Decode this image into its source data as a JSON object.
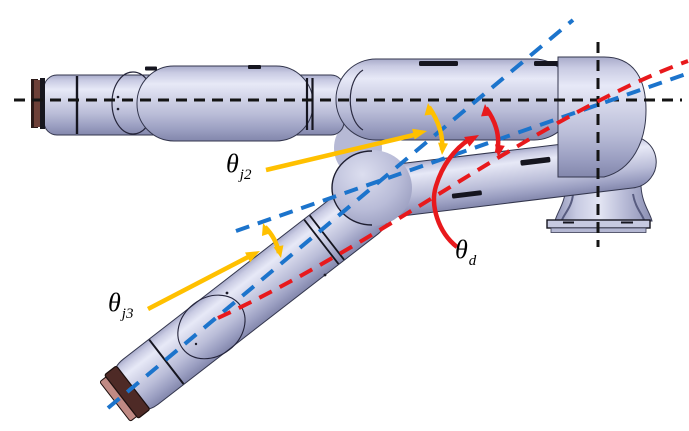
{
  "figure": {
    "title": "Robot manipulator joint-angle diagram",
    "description": "Side view of an articulated robot arm on a pedestal stand. Dashed reference axes and link axes are annotated with three angles.",
    "labels": {
      "theta_j2": {
        "base": "θ",
        "sub": "j2"
      },
      "theta_j3": {
        "base": "θ",
        "sub": "j3"
      },
      "theta_d": {
        "base": "θ",
        "sub": "d"
      }
    },
    "colors": {
      "background": "#ffffff",
      "axis": "#141414",
      "link_axis_blue": "#1c74cc",
      "desired_red": "#e8191c",
      "marker_yellow": "#ffc000",
      "arm_light": "#e6e8f6",
      "arm_mid": "#c0c3dd",
      "arm_dark": "#8e92b8",
      "cap_maroon": "#4e2a26"
    },
    "elements": {
      "axes": [
        {
          "name": "horizontal-reference-axis",
          "style": "dashed",
          "color_key": "axis"
        },
        {
          "name": "vertical-base-axis",
          "style": "dashed",
          "color_key": "axis"
        }
      ],
      "lines": [
        {
          "name": "upper-arm-axis",
          "style": "dashed",
          "color_key": "link_axis_blue"
        },
        {
          "name": "forearm-axis",
          "style": "dashed",
          "color_key": "link_axis_blue"
        },
        {
          "name": "desired-direction",
          "style": "dashed",
          "color_key": "desired_red"
        }
      ],
      "angles": [
        {
          "id": "theta_j2",
          "marker_color_key": "marker_yellow",
          "between": [
            "horizontal reference axis",
            "upper-arm axis"
          ]
        },
        {
          "id": "theta_j3",
          "marker_color_key": "marker_yellow",
          "between": [
            "upper-arm axis",
            "forearm axis"
          ]
        },
        {
          "id": "theta_d",
          "marker_color_key": "desired_red",
          "between": [
            "horizontal reference axis",
            "desired direction"
          ]
        }
      ]
    }
  }
}
